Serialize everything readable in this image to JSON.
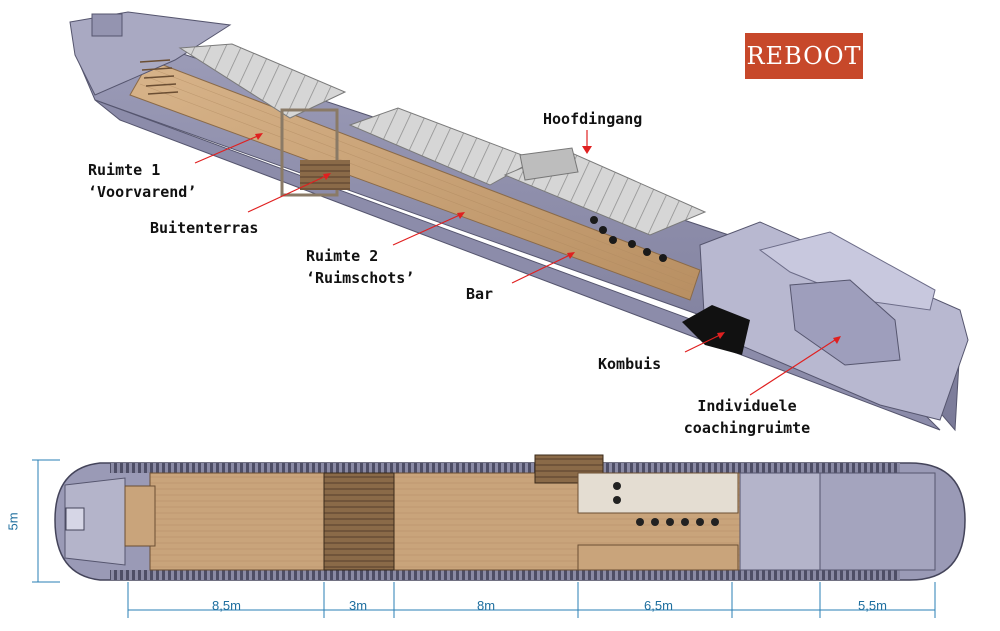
{
  "brand": {
    "logo_text": "REBOOT",
    "logo_color": "#c7482a"
  },
  "colors": {
    "hull": "#a8a8c0",
    "hull_dark": "#6c6c88",
    "wood": "#c7a27a",
    "roof": "#cfcfcf",
    "dimension": "#2a7fb4",
    "pointer": "#e02020"
  },
  "labels": {
    "ruimte1": "Ruimte 1",
    "ruimte1_name": "‘Voorvarend’",
    "buitenterras": "Buitenterras",
    "ruimte2": "Ruimte 2",
    "ruimte2_name": "‘Ruimschots’",
    "bar": "Bar",
    "hoofdingang": "Hoofdingang",
    "kombuis": "Kombuis",
    "coaching_line1": "Individuele",
    "coaching_line2": "coachingruimte"
  },
  "dimensions": {
    "width": "5m",
    "segments": [
      "8,5m",
      "3m",
      "8m",
      "6,5m",
      "5,5m"
    ]
  }
}
